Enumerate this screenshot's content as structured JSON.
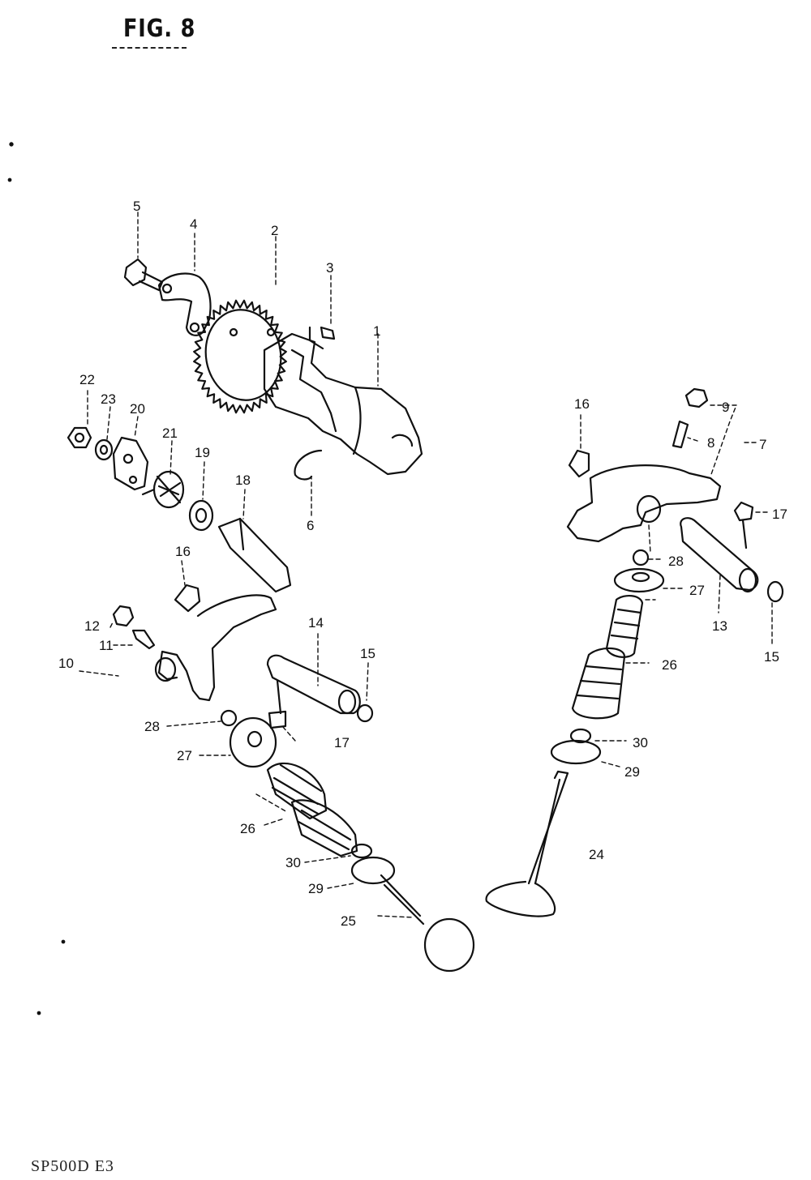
{
  "figure": {
    "title": "FIG. 8",
    "model_code": "SP500D E3"
  },
  "callouts": [
    "1",
    "2",
    "3",
    "4",
    "5",
    "6",
    "7",
    "8",
    "9",
    "10",
    "11",
    "12",
    "13",
    "14",
    "15",
    "16",
    "17",
    "18",
    "19",
    "20",
    "21",
    "22",
    "23",
    "24",
    "25",
    "26",
    "27",
    "28",
    "29",
    "30"
  ],
  "callout_labels": [
    {
      "id": "1",
      "text": "1"
    },
    {
      "id": "2",
      "text": "2"
    },
    {
      "id": "3",
      "text": "3"
    },
    {
      "id": "4",
      "text": "4"
    },
    {
      "id": "5",
      "text": "5"
    },
    {
      "id": "6",
      "text": "6"
    },
    {
      "id": "7",
      "text": "7"
    },
    {
      "id": "8",
      "text": "8"
    },
    {
      "id": "9",
      "text": "9"
    },
    {
      "id": "10",
      "text": "10"
    },
    {
      "id": "11",
      "text": "11"
    },
    {
      "id": "12",
      "text": "12"
    },
    {
      "id": "13",
      "text": "13"
    },
    {
      "id": "14",
      "text": "14"
    },
    {
      "id": "15a",
      "text": "15"
    },
    {
      "id": "15b",
      "text": "15"
    },
    {
      "id": "16a",
      "text": "16"
    },
    {
      "id": "16b",
      "text": "16"
    },
    {
      "id": "17a",
      "text": "17"
    },
    {
      "id": "17b",
      "text": "17"
    },
    {
      "id": "18",
      "text": "18"
    },
    {
      "id": "19",
      "text": "19"
    },
    {
      "id": "20",
      "text": "20"
    },
    {
      "id": "21",
      "text": "21"
    },
    {
      "id": "22",
      "text": "22"
    },
    {
      "id": "23",
      "text": "23"
    },
    {
      "id": "24",
      "text": "24"
    },
    {
      "id": "25",
      "text": "25"
    },
    {
      "id": "26a",
      "text": "26"
    },
    {
      "id": "26b",
      "text": "26"
    },
    {
      "id": "27a",
      "text": "27"
    },
    {
      "id": "27b",
      "text": "27"
    },
    {
      "id": "28a",
      "text": "28"
    },
    {
      "id": "28b",
      "text": "28"
    },
    {
      "id": "29a",
      "text": "29"
    },
    {
      "id": "29b",
      "text": "29"
    },
    {
      "id": "30a",
      "text": "30"
    },
    {
      "id": "30b",
      "text": "30"
    }
  ]
}
